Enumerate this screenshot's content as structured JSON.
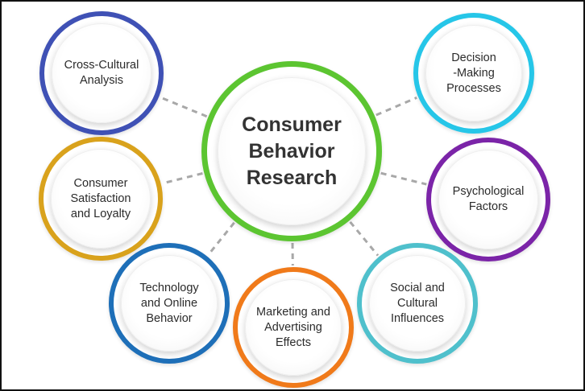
{
  "diagram": {
    "center": {
      "label": "Consumer\nBehavior\nResearch",
      "color": "#5cc531"
    },
    "nodes": [
      {
        "id": "cross-cultural-analysis",
        "label": "Cross-Cultural\nAnalysis",
        "color": "#3f51b5"
      },
      {
        "id": "consumer-satisfaction-loyalty",
        "label": "Consumer\nSatisfaction\nand Loyalty",
        "color": "#d9a21c"
      },
      {
        "id": "technology-online-behavior",
        "label": "Technology\nand Online\nBehavior",
        "color": "#1e6fb8"
      },
      {
        "id": "marketing-advertising-effects",
        "label": "Marketing and\nAdvertising\nEffects",
        "color": "#f07a1a"
      },
      {
        "id": "social-cultural-influences",
        "label": "Social and\nCultural\nInfluences",
        "color": "#4fc0cc"
      },
      {
        "id": "psychological-factors",
        "label": "Psychological\nFactors",
        "color": "#7b24a8"
      },
      {
        "id": "decision-making-processes",
        "label": "Decision\n-Making\nProcesses",
        "color": "#26c6e8"
      }
    ],
    "connector_color": "#a8a8a8"
  }
}
